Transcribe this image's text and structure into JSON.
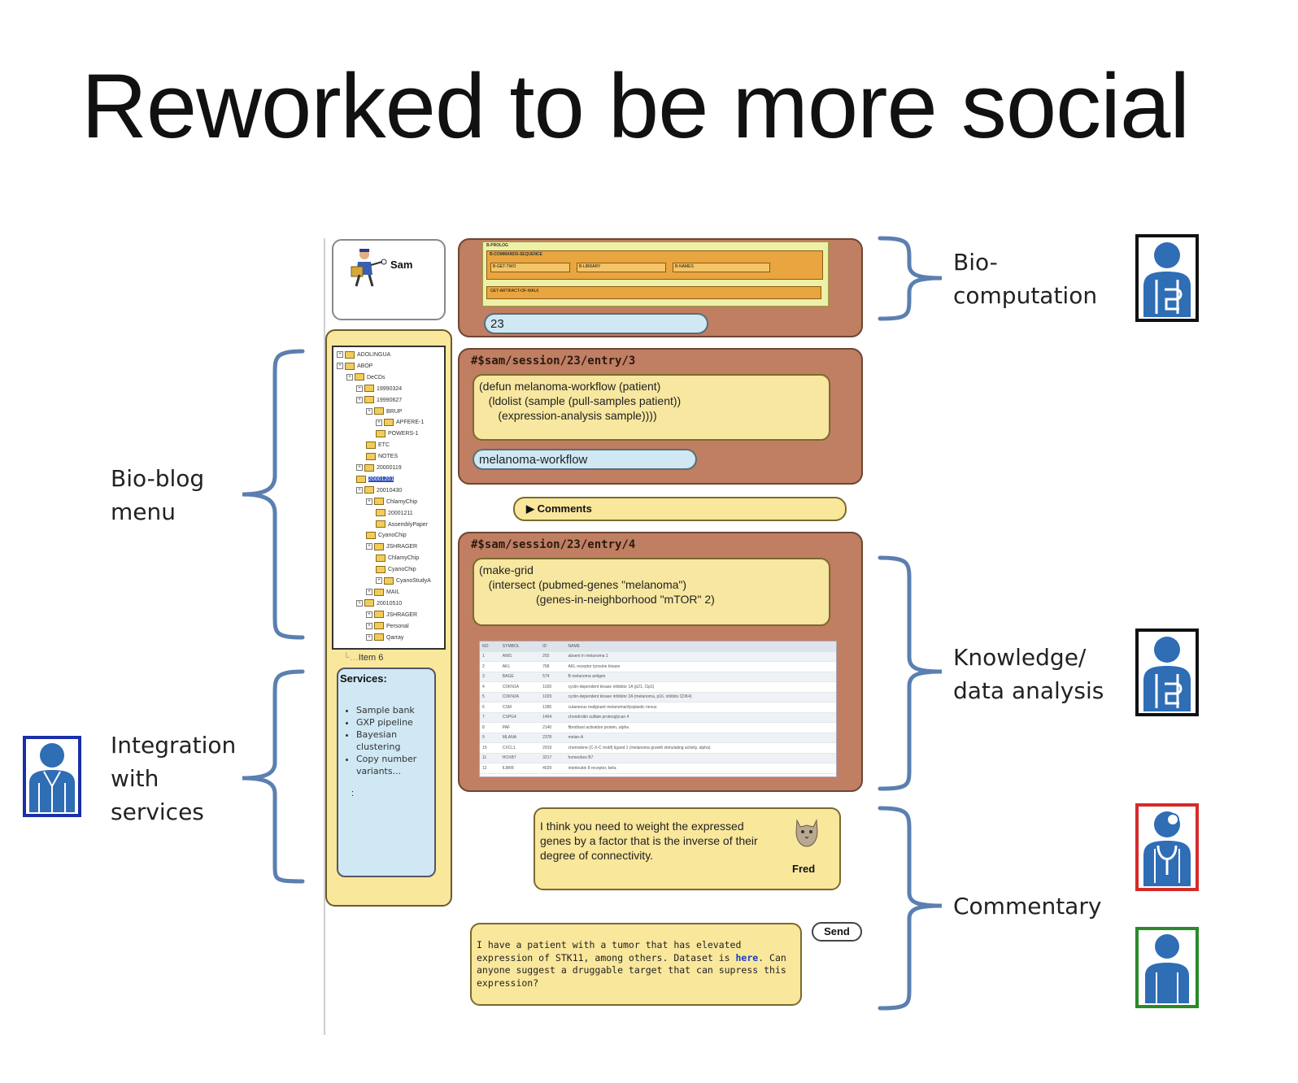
{
  "slide_title": "Reworked to be more social",
  "labels": {
    "bio_computation": [
      "Bio-",
      "computation"
    ],
    "bio_blog_menu": [
      "Bio-blog",
      "menu"
    ],
    "integration": [
      "Integration",
      "with",
      "services"
    ],
    "knowledge": [
      "Knowledge/",
      "data analysis"
    ],
    "commentary": "Commentary"
  },
  "profile": {
    "name": "Sam"
  },
  "tree": {
    "items": [
      "ADOLINGUA",
      "ABOP",
      "DeCDs",
      "19990324",
      "19990627",
      "BRUP",
      "APFERE-1",
      "POWERS-1",
      "ETC",
      "NOTES",
      "20000119",
      "20001201",
      "20010430",
      "ChlamyChip",
      "20001211",
      "AssemblyPaper",
      "CyanoChip",
      "JSHRAGER",
      "ChlamyChip",
      "CyanoChip",
      "CyanoStudyA",
      "MAIL",
      "20010510",
      "JSHRAGER",
      "Personal",
      "Qarray"
    ],
    "selected_index": 11,
    "footer_item": "Item 6"
  },
  "services": {
    "heading": "Services:",
    "items": [
      "Sample bank",
      "GXP pipeline",
      "Bayesian clustering",
      "Copy number variants..."
    ],
    "trailing": ":"
  },
  "biocomp_block": {
    "result": "23",
    "header": "B-PROLOG",
    "sub_header": "B-COMMANDS-SEQUENCE",
    "nodes": [
      "B-GET-TWO",
      "B-LIBRARY",
      "B-NAMES",
      "GET-ARTIFACT-OF-WALK"
    ]
  },
  "entries": [
    {
      "path": "#$sam/session/23/entry/3",
      "code": [
        "(defun melanoma-workflow (patient)",
        "   (ldolist (sample (pull-samples patient))",
        "      (expression-analysis sample))))"
      ],
      "result": "melanoma-workflow"
    },
    {
      "path": "#$sam/session/23/entry/4",
      "code": [
        "(make-grid",
        "   (intersect (pubmed-genes \"melanoma\")",
        "                  (genes-in-neighborhood \"mTOR\" 2)"
      ]
    }
  ],
  "comments_label": "Comments",
  "grid": {
    "columns": [
      "NO",
      "SYMBOL",
      "ID",
      "NAME"
    ],
    "rows": [
      [
        "1",
        "AIM1",
        "202",
        "absent in melanoma 1"
      ],
      [
        "2",
        "AKL",
        "768",
        "AKL receptor tyrosine kinase"
      ],
      [
        "3",
        "BAGE",
        "574",
        "B melanoma antigen"
      ],
      [
        "4",
        "CDKN1A",
        "1026",
        "cyclin-dependent kinase inhibitor 1A (p21, Cip1)"
      ],
      [
        "5",
        "CDKN2A",
        "1029",
        "cyclin-dependent kinase inhibitor 2A (melanoma, p16, inhibits CDK4)"
      ],
      [
        "6",
        "CSM",
        "1285",
        "cutaneous malignant melanoma/dysplastic nevus"
      ],
      [
        "7",
        "CSPG4",
        "1464",
        "chondroitin sulfate proteoglycan 4"
      ],
      [
        "8",
        "PAF",
        "2140",
        "fibroblast activation protein, alpha"
      ],
      [
        "9",
        "MLANA",
        "2378",
        "melan-A"
      ],
      [
        "10",
        "CXCL1",
        "2919",
        "chemokine (C-X-C motif) ligand 1 (melanoma growth stimulating activity, alpha)"
      ],
      [
        "11",
        "HOXB7",
        "3217",
        "homeobox B7"
      ],
      [
        "12",
        "ILBR8",
        "4029",
        "interleukin 8 receptor, beta"
      ]
    ]
  },
  "fred_comment": {
    "text": "I think you need to weight the expressed genes by a factor that is the inverse of their degree of connectivity.",
    "name": "Fred"
  },
  "compose": {
    "text_before": "I have a patient with a tumor that has elevated expression of STK11, among others. Dataset is ",
    "link": "here",
    "text_after": ".  Can anyone suggest a druggable target that can supress this expression?",
    "send_label": "Send"
  },
  "colors": {
    "entry_brown": "#c07e62",
    "panel_yellow": "#f9e79c",
    "services_blue": "#cfe8f4",
    "bracket_blue": "#5b7fb0",
    "icon_blue": "#2f6db5",
    "border_black": "#111111",
    "border_red": "#d62a2a",
    "border_green": "#2a8a2a",
    "border_navy": "#1a2fa8",
    "link_blue": "#1a3fc4"
  }
}
